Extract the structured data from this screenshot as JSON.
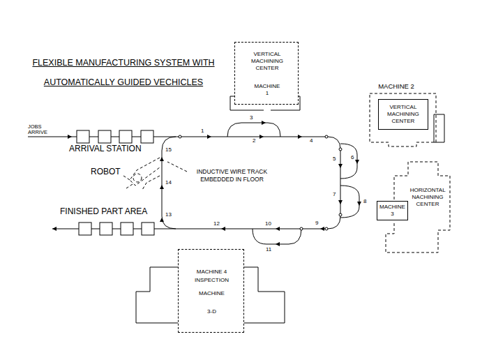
{
  "diagram": {
    "title": "FLEXIBLE MANUFACTURING SYSTEM WITH AUTOMATICALLY GUIDED VECHICLES",
    "nodes": [
      {
        "text": [
          "VERTICAL MACHINING CENTER",
          "MACHINE 1"
        ]
      },
      {
        "text": [
          "MACHINE 2",
          "VERTICAL MACHINING CENTER"
        ]
      },
      {
        "text": [
          "HORIZONTAL NACHINING CENTER",
          "MACHINE 3"
        ]
      },
      {
        "text": [
          "MACHINE 4 INSPECTION",
          "MACHINE 3-D"
        ]
      }
    ],
    "labels": [
      "JOBS ARRIVE",
      "ARRIVAL STATION",
      "ROBOT",
      "INDUCTIVE WIRE TRACK EMBEDDED IN FLOOR",
      "FINISHED PART AREA",
      "1",
      "2",
      "3",
      "4",
      "5",
      "6",
      "7",
      "8",
      "9",
      "10",
      "11",
      "12",
      "13",
      "14",
      "15"
    ]
  }
}
